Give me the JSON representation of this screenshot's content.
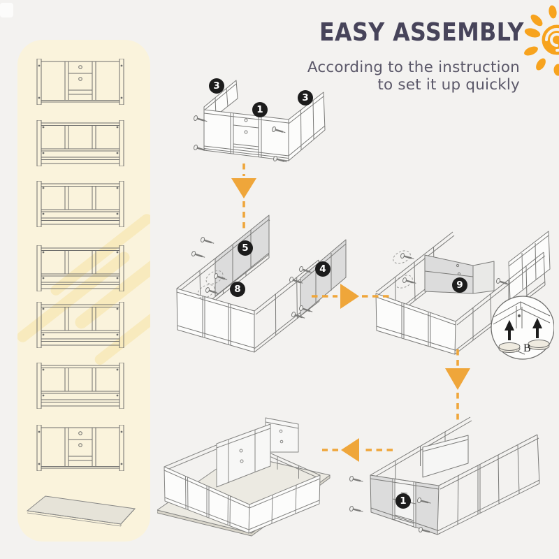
{
  "header": {
    "title": "EASY ASSEMBLY",
    "subtitle_line1": "According to the instruction",
    "subtitle_line2": "to set it up quickly"
  },
  "colors": {
    "background": "#F3F2F0",
    "panel_bg": "#FAF3DC",
    "accent_orange": "#EFA63A",
    "sun_orange": "#F7A31E",
    "title_color": "#47445A",
    "subtitle_color": "#5B5869",
    "badge_bg": "#1C1C1C",
    "badge_text": "#FFFFFF",
    "line_color": "#7A7A78",
    "shade_fill": "#DCDCDC"
  },
  "parts_column": {
    "panels": [
      {
        "type": "door-panel"
      },
      {
        "type": "frame-panel"
      },
      {
        "type": "frame-panel"
      },
      {
        "type": "frame-panel"
      },
      {
        "type": "frame-panel"
      },
      {
        "type": "frame-panel"
      },
      {
        "type": "door-panel"
      },
      {
        "type": "base-board"
      }
    ]
  },
  "badges": {
    "step1_left": "3",
    "step1_front": "1",
    "step1_right": "3",
    "step2_back_panel": "5",
    "step2_washers": "8",
    "step2_right_panel": "4",
    "step3_divider": "9",
    "step4_door_panel": "1"
  },
  "inset": {
    "label": "B"
  }
}
